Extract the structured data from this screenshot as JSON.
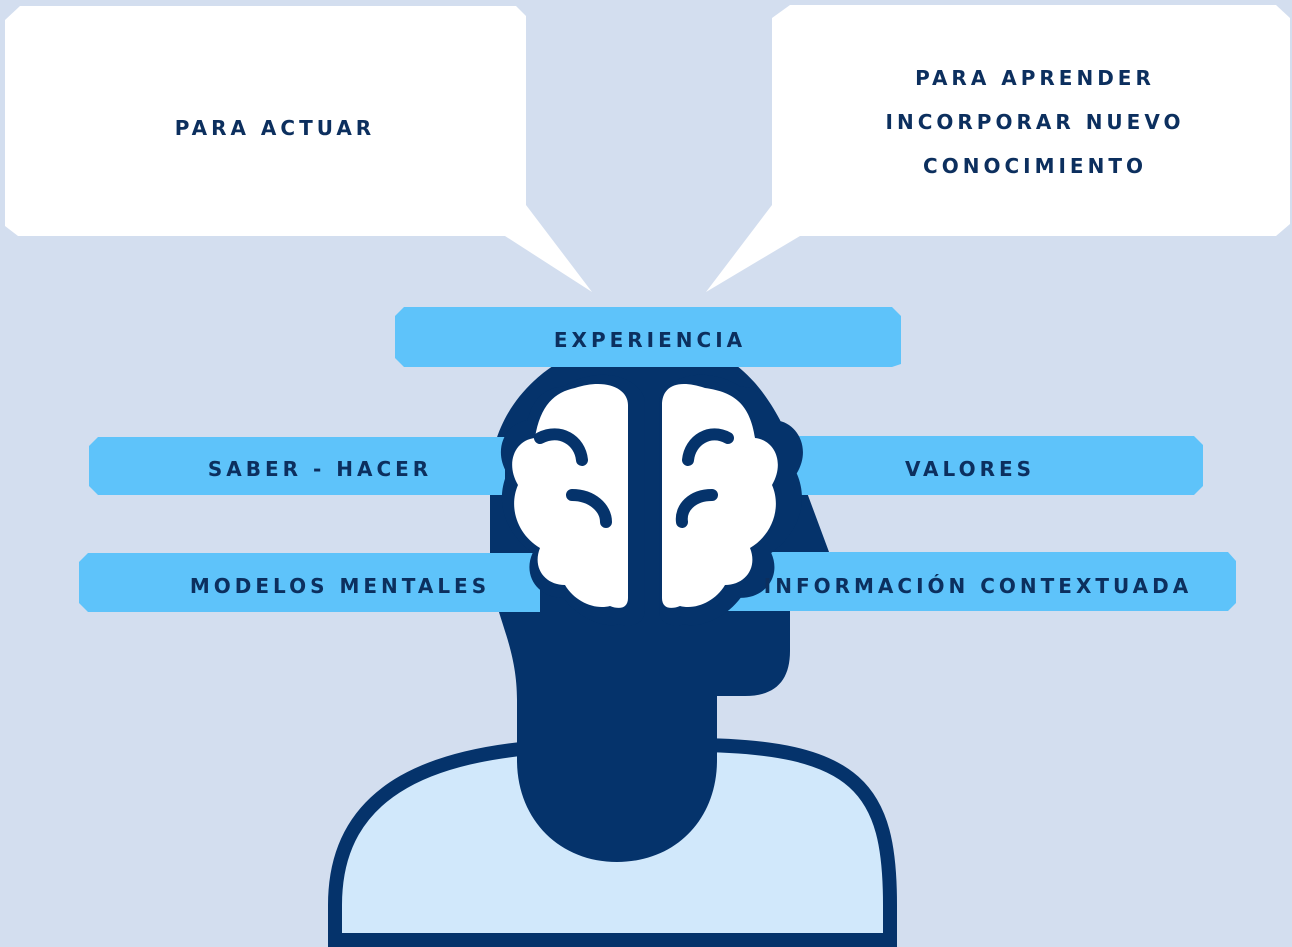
{
  "colors": {
    "background": "#d3deef",
    "bubble": "#ffffff",
    "band": "#5ec3fa",
    "head": "#05336b",
    "shoulders_fill": "#d1e8fb",
    "brain": "#ffffff",
    "text": "#0c2f5e"
  },
  "bubbles": {
    "left": {
      "text": "PARA ACTUAR"
    },
    "right": {
      "lines": [
        "PARA APRENDER",
        "INCORPORAR NUEVO",
        "CONOCIMIENTO"
      ]
    }
  },
  "bands": {
    "experiencia": "EXPERIENCIA",
    "saber_hacer": "SABER - HACER",
    "valores": "VALORES",
    "modelos_mentales": "MODELOS MENTALES",
    "informacion_contextuada": "INFORMACIÓN CONTEXTUADA"
  },
  "icons": {
    "head": "person-head-icon",
    "brain": "brain-icon"
  }
}
